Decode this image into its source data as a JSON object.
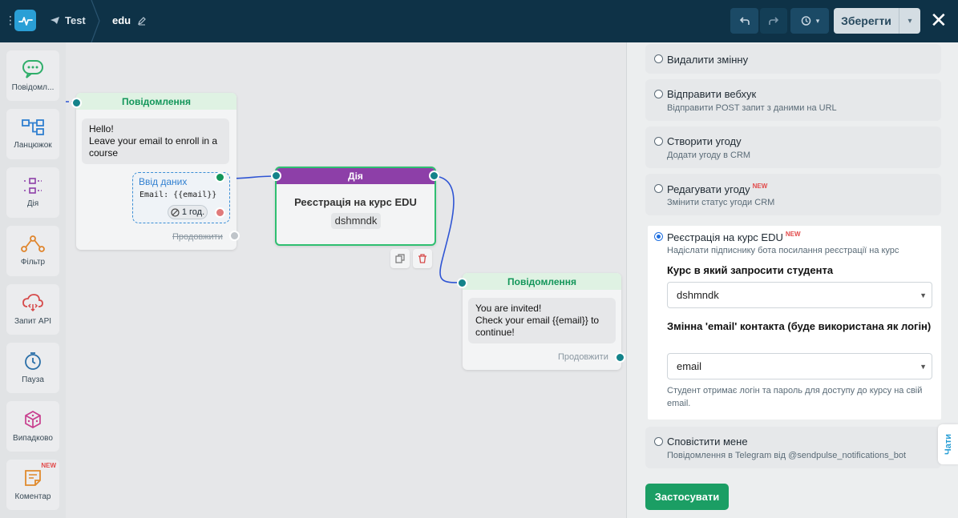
{
  "topbar": {
    "breadcrumb_bot": "Test",
    "breadcrumb_flow": "edu",
    "save_label": "Зберегти"
  },
  "sidebar": {
    "items": [
      {
        "label": "Повідомл...",
        "icon": "chat-bubble-icon"
      },
      {
        "label": "Ланцюжок",
        "icon": "chain-icon"
      },
      {
        "label": "Дія",
        "icon": "action-icon"
      },
      {
        "label": "Фільтр",
        "icon": "filter-icon"
      },
      {
        "label": "Запит API",
        "icon": "cloud-api-icon"
      },
      {
        "label": "Пауза",
        "icon": "clock-icon"
      },
      {
        "label": "Випадково",
        "icon": "cube-icon"
      },
      {
        "label": "Коментар",
        "icon": "comment-icon",
        "badge": "NEW"
      }
    ]
  },
  "canvas": {
    "node1": {
      "header": "Повідомлення",
      "text": "Hello!\nLeave your email to enroll in a course",
      "input_title": "Ввід даних",
      "input_var": "Email: {{email}}",
      "timeout": "1 год.",
      "continue": "Продовжити"
    },
    "action_node": {
      "header": "Дія",
      "title": "Реєстрація на курс EDU",
      "course": "dshmndk"
    },
    "node2": {
      "header": "Повідомлення",
      "text": "You are invited!\nCheck your email {{email}} to continue!",
      "continue": "Продовжити"
    }
  },
  "panel": {
    "options": [
      {
        "title": "Видалити змінну",
        "desc": ""
      },
      {
        "title": "Відправити вебхук",
        "desc": "Відправити POST запит з даними на URL"
      },
      {
        "title": "Створити угоду",
        "desc": "Додати угоду в CRM"
      },
      {
        "title": "Редагувати угоду",
        "desc": "Змінити статус угоди CRM",
        "badge": "NEW"
      }
    ],
    "selected": {
      "title": "Реєстрація на курс EDU",
      "badge": "NEW",
      "desc": "Надіслати підписнику бота посилання реєстрації на курс",
      "course_label": "Курс в який запросити студента",
      "course_value": "dshmndk",
      "email_label": "Змінна 'email' контакта (буде використана як логін)",
      "email_value": "email",
      "hint": "Студент отримає логін та пароль для доступу до курсу на свій email."
    },
    "notify": {
      "title": "Сповістити мене",
      "desc": "Повідомлення в Telegram від @sendpulse_notifications_bot"
    },
    "apply_label": "Застосувати",
    "chats_label": "Чати"
  },
  "colors": {
    "topbar": "#0e3247",
    "accent_green": "#1b9e64",
    "action_purple": "#8d3fa8",
    "port_teal": "#13838a",
    "link_blue": "#2f55d4"
  }
}
